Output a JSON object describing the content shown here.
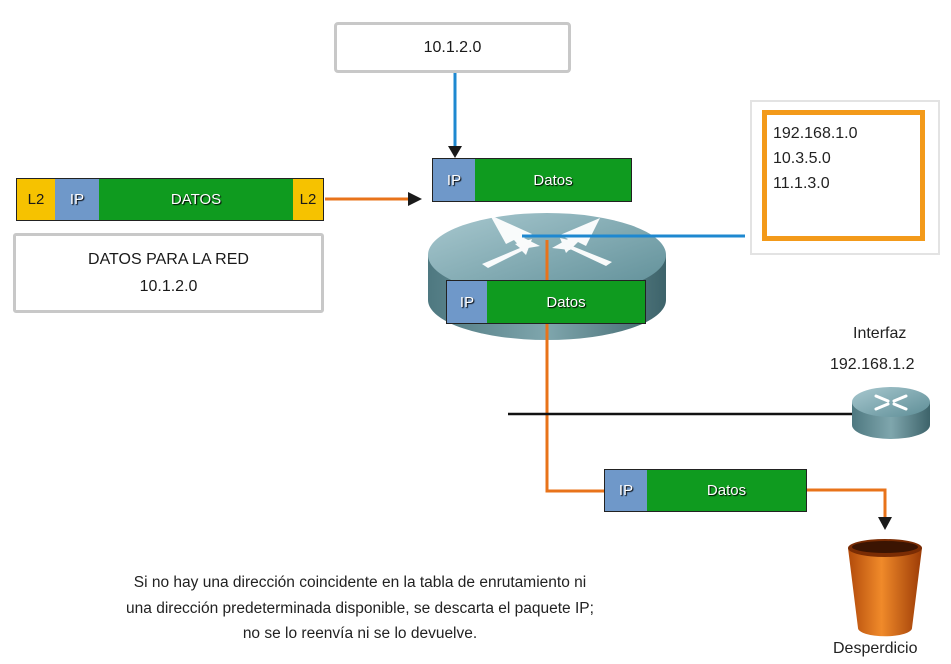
{
  "destination_box": {
    "address": "10.1.2.0"
  },
  "incoming_frame": {
    "header": "L2",
    "ip": "IP",
    "data": "DATOS",
    "trailer": "L2"
  },
  "frame_caption": {
    "line1": "DATOS PARA LA RED",
    "line2": "10.1.2.0"
  },
  "router_packet_top": {
    "ip": "IP",
    "data": "Datos"
  },
  "router_packet_bottom": {
    "ip": "IP",
    "data": "Datos"
  },
  "routing_table": {
    "entries": [
      "192.168.1.0",
      "10.3.5.0",
      "11.1.3.0"
    ]
  },
  "interface": {
    "label": "Interfaz",
    "address": "192.168.1.2"
  },
  "discarded_packet": {
    "ip": "IP",
    "data": "Datos"
  },
  "trash": {
    "label": "Desperdicio"
  },
  "note": {
    "line1": "Si no hay una dirección coincidente en la tabla de enrutamiento ni",
    "line2": "una dirección predeterminada disponible, se descarta el paquete IP;",
    "line3": "no se lo reenvía ni se lo devuelve."
  },
  "colors": {
    "arrow_orange": "#e8731a",
    "arrow_blue": "#1e88d0",
    "routing_table_border": "#f39a1a",
    "ip_blue": "#6f98c9",
    "data_green": "#0f9b1f",
    "l2_yellow": "#f6c200"
  }
}
